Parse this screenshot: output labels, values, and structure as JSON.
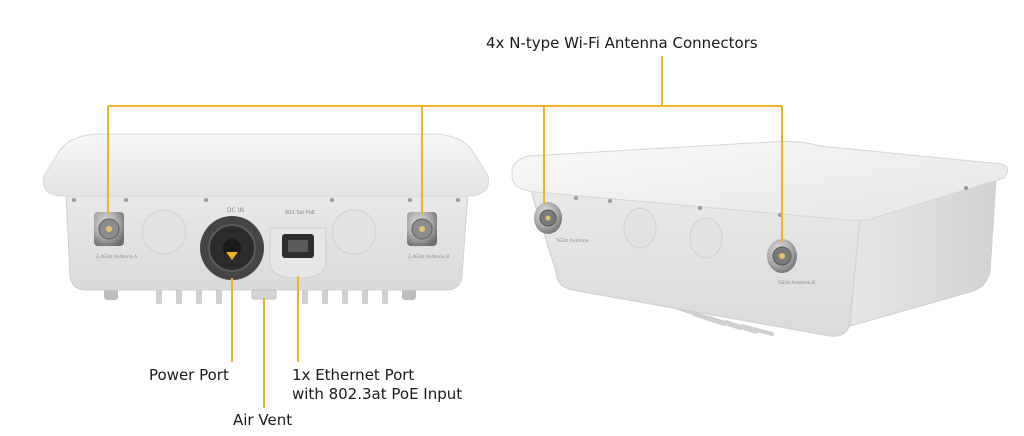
{
  "callouts": {
    "antenna_connectors": "4x N-type Wi-Fi Antenna Connectors",
    "power_port": "Power Port",
    "ethernet_port_line1": "1x Ethernet Port",
    "ethernet_port_line2": "with 802.3at PoE Input",
    "air_vent": "Air Vent"
  },
  "device_labels": {
    "dc_in": "DC IN",
    "poe_port": "802.3at PoE",
    "antenna_a": "2.4GHz Antenna A",
    "antenna_b": "2.4GHz Antenna B",
    "antenna_c": "5GHz Antenna",
    "antenna_d": "5GHz Antenna B"
  },
  "colors": {
    "callout_line": "#f0b323",
    "device_body": "#efefef",
    "device_shadow": "#d9d9d9",
    "connector_metal": "#a8a8a8"
  }
}
